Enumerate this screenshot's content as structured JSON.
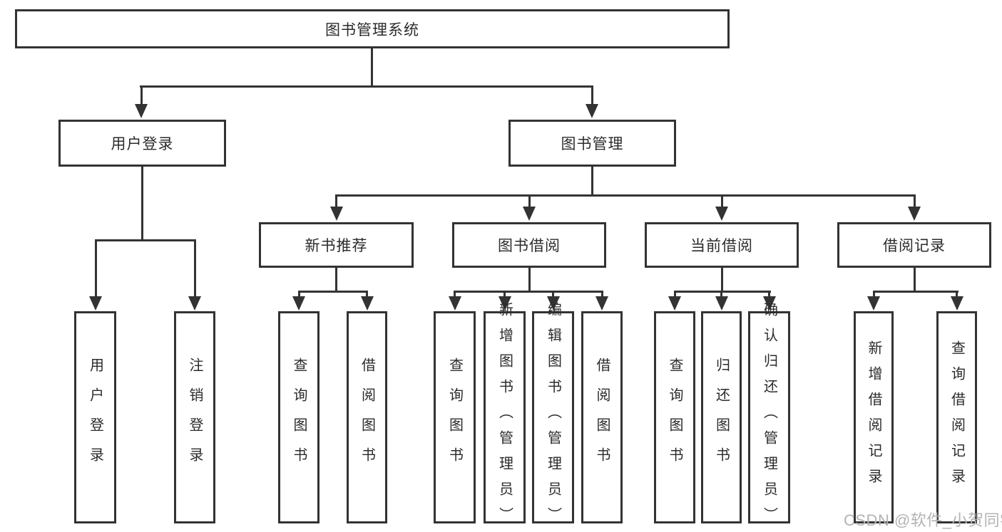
{
  "tree": {
    "label": "图书管理系统",
    "children": [
      {
        "label": "用户登录",
        "children": [
          {
            "label": "用户登录"
          },
          {
            "label": "注销登录"
          }
        ]
      },
      {
        "label": "图书管理",
        "children": [
          {
            "label": "新书推荐",
            "children": [
              {
                "label": "查询图书"
              },
              {
                "label": "借阅图书"
              }
            ]
          },
          {
            "label": "图书借阅",
            "children": [
              {
                "label": "查询图书"
              },
              {
                "label": "新增图书（管理员）"
              },
              {
                "label": "编辑图书（管理员）"
              },
              {
                "label": "借阅图书"
              }
            ]
          },
          {
            "label": "当前借阅",
            "children": [
              {
                "label": "查询图书"
              },
              {
                "label": "归还图书"
              },
              {
                "label": "确认归还（管理员）"
              }
            ]
          },
          {
            "label": "借阅记录",
            "children": [
              {
                "label": "新增借阅记录"
              },
              {
                "label": "查询借阅记录"
              }
            ]
          }
        ]
      }
    ]
  },
  "watermark": "CSDN @软件_小贺同学",
  "colors": {
    "line": "#333333",
    "text": "#2b2b2b",
    "background": "#ffffff",
    "watermark": "#b3b3b3"
  }
}
